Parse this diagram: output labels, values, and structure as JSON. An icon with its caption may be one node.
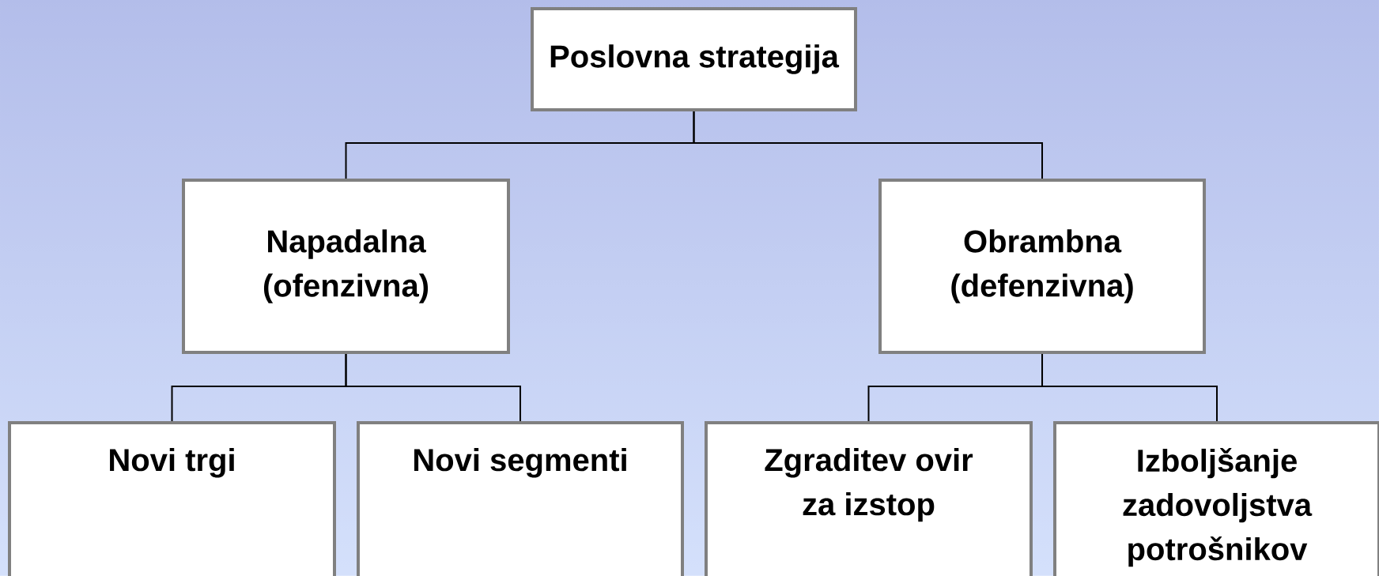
{
  "diagram": {
    "nodes": [
      {
        "text": [
          "Poslovna strategija"
        ]
      },
      {
        "text": [
          "Napadalna (ofenzivna)"
        ]
      },
      {
        "text": [
          "Obrambna (defenzivna)"
        ]
      },
      {
        "text": [
          "Novi trgi"
        ]
      },
      {
        "text": [
          "Novi segmenti"
        ]
      },
      {
        "text": [
          "Zgraditev ovir za izstop"
        ]
      },
      {
        "text": [
          "Izboljšanje zadovoljstva potrošnikov"
        ]
      }
    ],
    "edges": [
      {
        "from": 0,
        "to": 1,
        "arrow": "none"
      },
      {
        "from": 0,
        "to": 2,
        "arrow": "none"
      },
      {
        "from": 1,
        "to": 3,
        "arrow": "none"
      },
      {
        "from": 1,
        "to": 4,
        "arrow": "none"
      },
      {
        "from": 2,
        "to": 5,
        "arrow": "none"
      },
      {
        "from": 2,
        "to": 6,
        "arrow": "none"
      }
    ]
  }
}
